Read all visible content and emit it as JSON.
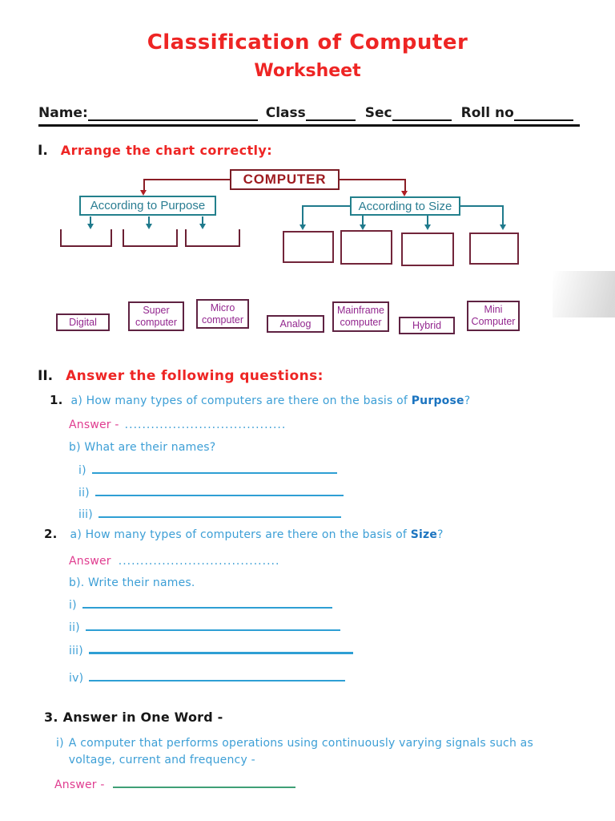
{
  "palette": {
    "title_red": "#ee2524",
    "question_blue": "#3d9fd6",
    "emphasis_blue": "#1b74c0",
    "answer_pink": "#e03d90",
    "chart_teal": "#23808c",
    "chart_maroon": "#8a1e26",
    "tile_purple": "#93278f",
    "answer_line_green": "#3fa076"
  },
  "header": {
    "title": "Classification of Computer",
    "subtitle": "Worksheet"
  },
  "info_line": {
    "name_label": "Name:",
    "class_label": "Class",
    "sec_label": "Sec",
    "roll_label": "Roll no"
  },
  "section1": {
    "numeral": "I.",
    "title": "Arrange the chart correctly:"
  },
  "chart": {
    "root": "COMPUTER",
    "left_branch": "According to Purpose",
    "right_branch": "According to Size",
    "labels": [
      "Digital",
      "Super computer",
      "Micro computer",
      "Analog",
      "Mainframe computer",
      "Hybrid",
      "Mini Computer"
    ]
  },
  "section2": {
    "numeral": "II.",
    "title": "Answer the following questions:"
  },
  "q1": {
    "number": "1.",
    "a_prefix": "a) How many types of computers are there on the basis of ",
    "a_bold": "Purpose",
    "a_suffix": "?",
    "answer_label": "Answer -",
    "dots": ".....................................",
    "b": "b) What are their names?",
    "items": [
      "i)",
      "ii)",
      "iii)"
    ]
  },
  "q2": {
    "number": "2.",
    "a_prefix": "a) How many types of computers are there on the basis of ",
    "a_bold": "Size",
    "a_suffix": "?",
    "answer_label": "Answer",
    "dots": ".....................................",
    "b": "b). Write their names.",
    "items": [
      "i)",
      "ii)",
      "iii)",
      "iv)"
    ]
  },
  "q3": {
    "number": "3.",
    "title": "Answer in One Word  -",
    "item": "i)",
    "text": "A computer that performs operations using continuously varying signals such as voltage, current and frequency -",
    "answer_label": "Answer -"
  }
}
